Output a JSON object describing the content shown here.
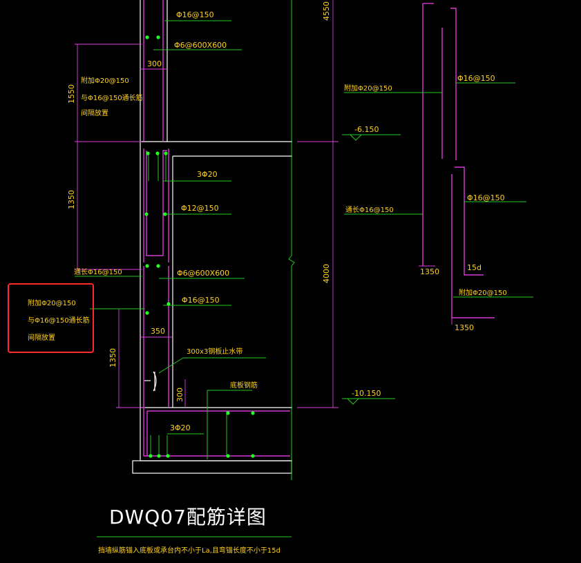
{
  "title": "DWQ07配筋详图",
  "note": "挡墙纵筋锚入底板或承台内不小于La,且弯锚长度不小于15d",
  "labels": {
    "bar_top": "Φ16@150",
    "tie_top": "Φ6@600X600",
    "add_top_1": "附加Φ20@150",
    "add_top_2": "与Φ16@150通长筋",
    "add_top_3": "间隔放置",
    "corner_bars": "3Φ20",
    "stirrup_mid": "Φ12@150",
    "through_left": "通长Φ16@150",
    "tie_mid": "Φ6@600X600",
    "bar_mid": "Φ16@150",
    "waterstop": "300x3钢板止水带",
    "bottom_rebar": "底板钢筋",
    "bottom_corner": "3Φ20",
    "right_add": "附加Φ20@150",
    "right_bar_top": "Φ16@150",
    "right_through": "通长Φ16@150",
    "right_bar_mid": "Φ16@150",
    "right_15d": "15d",
    "right_add_bottom": "附加Φ20@150"
  },
  "highlight": {
    "line1": "附加Φ20@150",
    "line2": "与Φ16@150通长筋",
    "line3": "间隔放置"
  },
  "dimensions": {
    "d300_top": "300",
    "d1550": "1550",
    "d1350_left": "1350",
    "d350": "350",
    "d1350_bottom": "1350",
    "d300_bottom": "300",
    "d4550": "4550",
    "d4000": "4000",
    "d1350_right_a": "1350",
    "d1350_right_b": "1350"
  },
  "elevations": {
    "upper": "-6.150",
    "lower": "-10.150"
  },
  "colors": {
    "background": "#000000",
    "wall": "#ffffff",
    "rebar": "#ff44ff",
    "leader": "#22cc22",
    "dim": "#e040e0",
    "text": "#ffd21f",
    "highlight": "#ff2a2a"
  }
}
